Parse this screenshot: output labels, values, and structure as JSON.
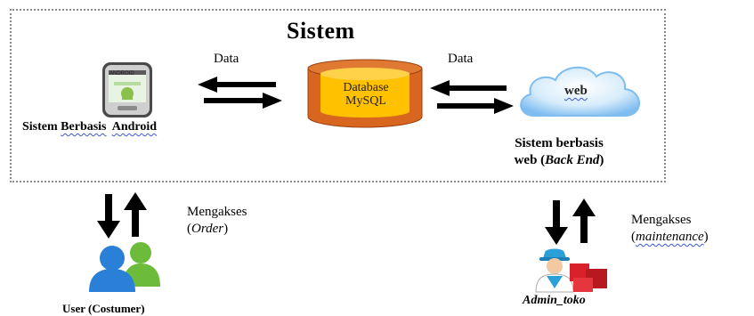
{
  "title": "Sistem",
  "android": {
    "label_1": "Sistem ",
    "label_2": "Berbasis",
    "label_3": "  ",
    "label_4": "Android",
    "phone_text": "ANDROID"
  },
  "database": {
    "line1": "Database",
    "line2": "MySQL"
  },
  "web": {
    "cloud_label": "web",
    "label_line1": "Sistem berbasis",
    "label_line2_a": "web (",
    "label_line2_b": "Back End",
    "label_line2_c": ")"
  },
  "data_labels": {
    "left": "Data",
    "right": "Data"
  },
  "user": {
    "mengakses": "Mengakses",
    "paren_open": "(",
    "action": "Order",
    "paren_close": ")",
    "label": "User (Costumer)"
  },
  "admin": {
    "mengakses": "Mengakses",
    "paren_open": "(",
    "action": "maintenance",
    "paren_close": ")",
    "label": "Admin_toko"
  },
  "colors": {
    "db_orange": "#d9661f",
    "db_yellow": "#ffc100",
    "cloud_blue": "#7fbdf0",
    "user_blue": "#2a7fd6",
    "user_green": "#6dbb3a"
  }
}
